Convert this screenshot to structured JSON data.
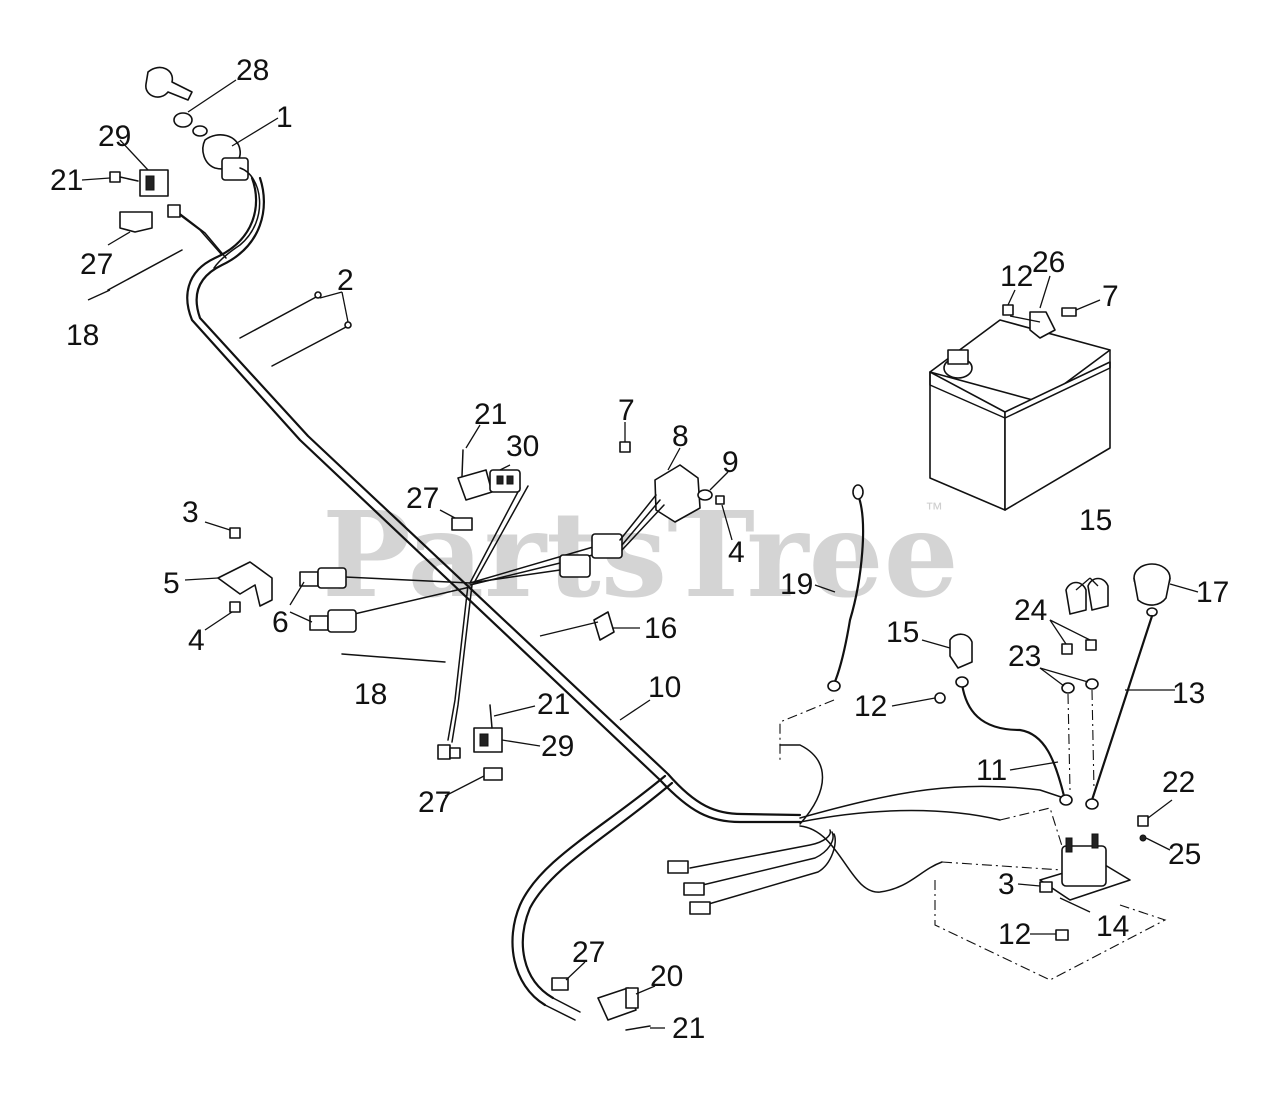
{
  "watermark": {
    "text": "PartsTree",
    "trademark": "™"
  },
  "callouts": {
    "c28": "28",
    "c1": "1",
    "c29a": "29",
    "c21a": "21",
    "c27a": "27",
    "c18a": "18",
    "c2": "2",
    "c12a": "12",
    "c26": "26",
    "c7a": "7",
    "c21b": "21",
    "c30": "30",
    "c27b": "27",
    "c7b": "7",
    "c8": "8",
    "c9": "9",
    "c4a": "4",
    "c3a": "3",
    "c5": "5",
    "c4b": "4",
    "c6": "6",
    "c16": "16",
    "c18b": "18",
    "c19": "19",
    "c15a": "15",
    "c15b": "15",
    "c17": "17",
    "c24": "24",
    "c23": "23",
    "c13": "13",
    "c12b": "12",
    "c10": "10",
    "c21c": "21",
    "c29b": "29",
    "c27c": "27",
    "c11": "11",
    "c22": "22",
    "c25": "25",
    "c3b": "3",
    "c14": "14",
    "c12c": "12",
    "c27d": "27",
    "c20": "20",
    "c21d": "21"
  }
}
